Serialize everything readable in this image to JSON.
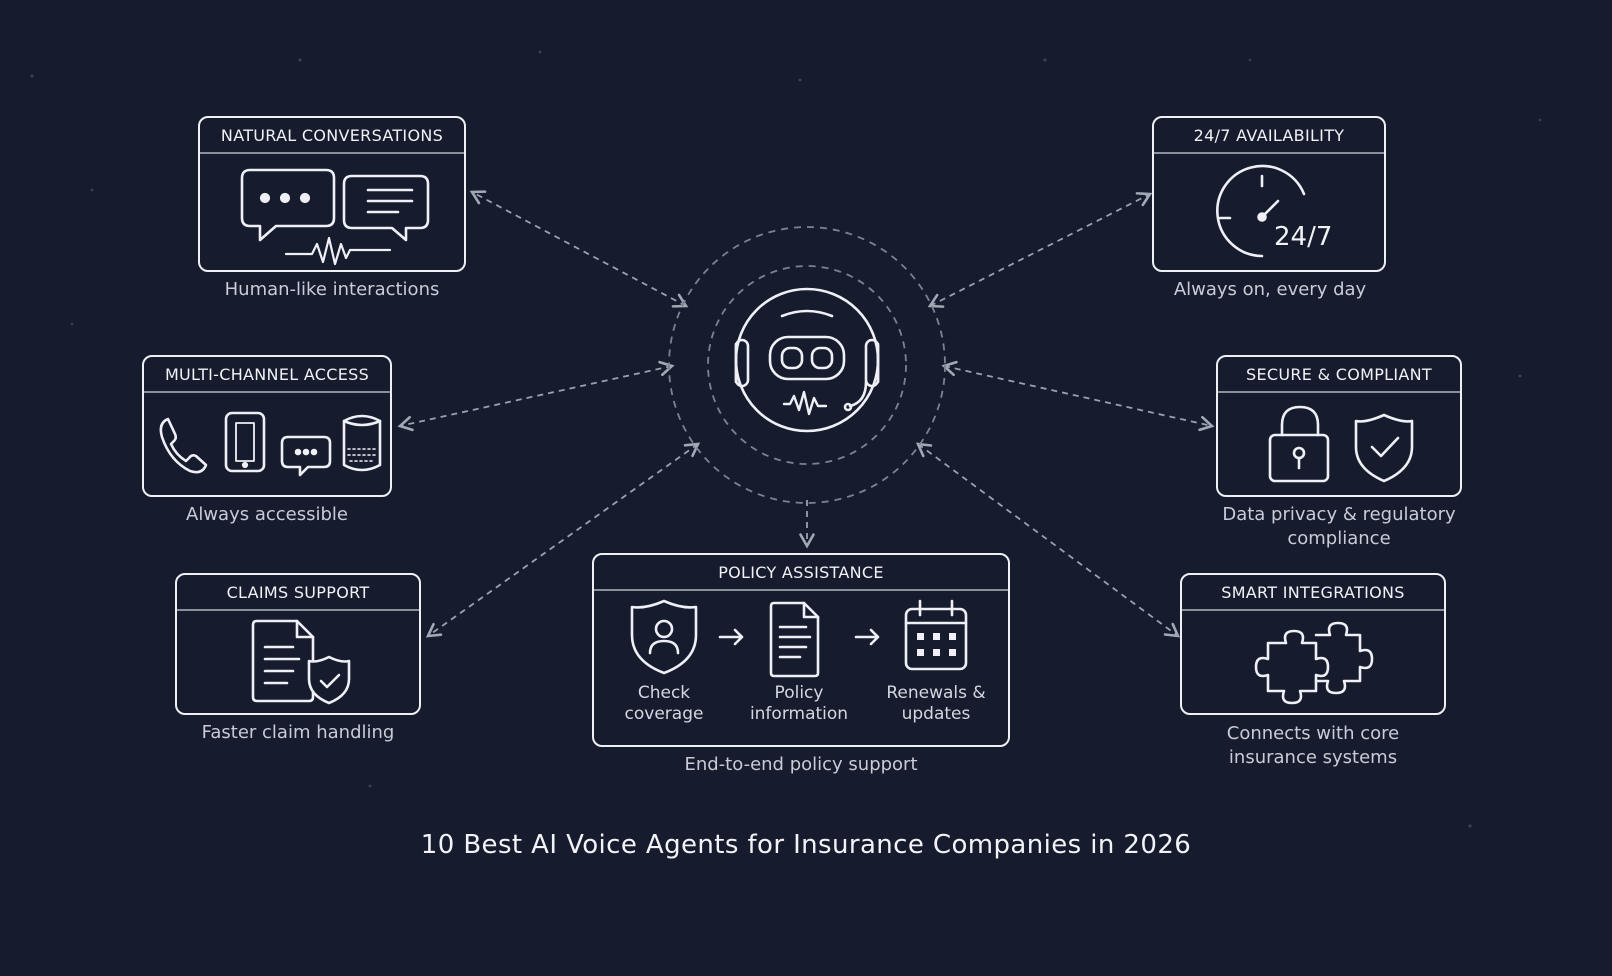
{
  "footer_title": "10 Best AI Voice Agents for Insurance Companies in 2026",
  "colors": {
    "background": "#161b2e",
    "line": "#eef0f5",
    "connector": "#9aa0ad"
  },
  "center": {
    "icon": "robot-headset-icon"
  },
  "cards": {
    "natural": {
      "title": "NATURAL CONVERSATIONS",
      "caption": "Human-like interactions",
      "icon": "chat-bubbles-icon"
    },
    "availability": {
      "title": "24/7 AVAILABILITY",
      "caption": "Always on, every day",
      "clock_text": "24/7",
      "icon": "clock-icon"
    },
    "multichannel": {
      "title": "MULTI-CHANNEL ACCESS",
      "caption": "Always accessible",
      "icon": "channels-icon"
    },
    "secure": {
      "title": "SECURE & COMPLIANT",
      "caption": "Data privacy & regulatory compliance",
      "icon": "lock-shield-icon"
    },
    "claims": {
      "title": "CLAIMS SUPPORT",
      "caption": "Faster claim handling",
      "icon": "document-shield-icon"
    },
    "integrations": {
      "title": "SMART INTEGRATIONS",
      "caption": "Connects with core insurance systems",
      "icon": "puzzle-icon"
    },
    "policy": {
      "title": "POLICY ASSISTANCE",
      "caption": "End-to-end policy support",
      "steps": [
        {
          "label": "Check coverage",
          "icon": "shield-user-icon"
        },
        {
          "label": "Policy information",
          "icon": "document-icon"
        },
        {
          "label": "Renewals & updates",
          "icon": "calendar-icon"
        }
      ]
    }
  }
}
